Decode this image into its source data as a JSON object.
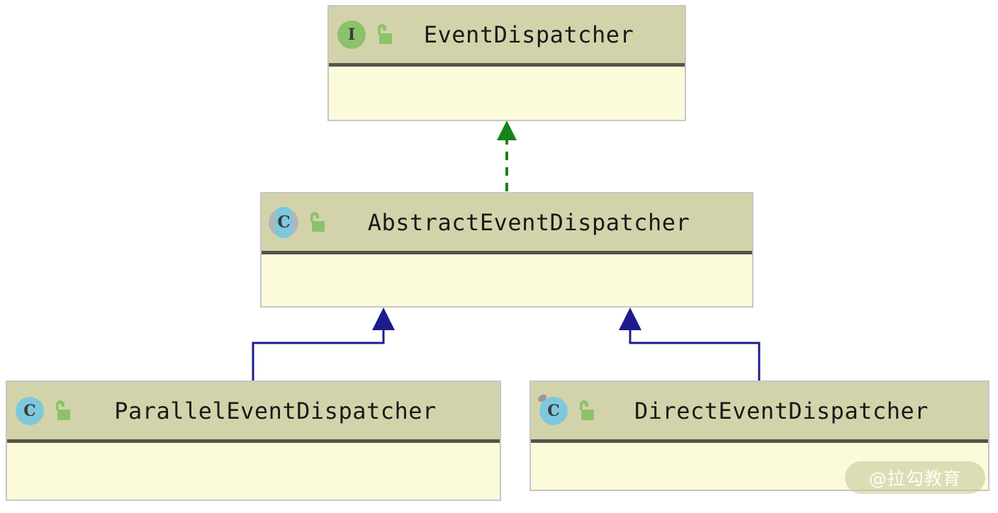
{
  "diagram": {
    "type": "uml-class-diagram",
    "background_color": "#ffffff",
    "classes": [
      {
        "id": "event-dispatcher",
        "name": "EventDispatcher",
        "stereotype": "interface",
        "icon": "interface-circle-icon",
        "icon_letter": "I",
        "visibility": "public",
        "visibility_icon": "open-padlock-icon",
        "members": "",
        "header_color": "#d3d3ab",
        "body_color": "#fbfbdc",
        "border_color": "#c6c6c6"
      },
      {
        "id": "abstract-event-dispatcher",
        "name": "AbstractEventDispatcher",
        "stereotype": "abstract-class",
        "icon": "abstract-class-circle-icon",
        "icon_letter": "C",
        "visibility": "public",
        "visibility_icon": "open-padlock-icon",
        "members": "",
        "header_color": "#d3d3ab",
        "body_color": "#fbfbdc",
        "border_color": "#c6c6c6"
      },
      {
        "id": "parallel-event-dispatcher",
        "name": "ParallelEventDispatcher",
        "stereotype": "class",
        "icon": "class-circle-icon",
        "icon_letter": "C",
        "visibility": "public",
        "visibility_icon": "open-padlock-icon",
        "members": "",
        "header_color": "#d3d3ab",
        "body_color": "#fbfbdc",
        "border_color": "#c6c6c6"
      },
      {
        "id": "direct-event-dispatcher",
        "name": "DirectEventDispatcher",
        "stereotype": "class",
        "icon": "class-circle-icon-with-pin",
        "icon_letter": "C",
        "visibility": "public",
        "visibility_icon": "open-padlock-icon",
        "members": "",
        "header_color": "#d3d3ab",
        "body_color": "#fbfbdc",
        "border_color": "#c6c6c6"
      }
    ],
    "relations": [
      {
        "id": "realization-abstract-to-interface",
        "kind": "realization",
        "from": "AbstractEventDispatcher",
        "to": "EventDispatcher",
        "line_style": "dashed",
        "arrow": "hollow-triangle-filled",
        "color": "#17841b"
      },
      {
        "id": "generalization-parallel-to-abstract",
        "kind": "generalization",
        "from": "ParallelEventDispatcher",
        "to": "AbstractEventDispatcher",
        "line_style": "solid",
        "arrow": "filled-triangle",
        "color": "#1c1c8c"
      },
      {
        "id": "generalization-direct-to-abstract",
        "kind": "generalization",
        "from": "DirectEventDispatcher",
        "to": "AbstractEventDispatcher",
        "line_style": "solid",
        "arrow": "filled-triangle",
        "color": "#1c1c8c"
      }
    ]
  },
  "watermark": {
    "text": "@拉勾教育"
  }
}
